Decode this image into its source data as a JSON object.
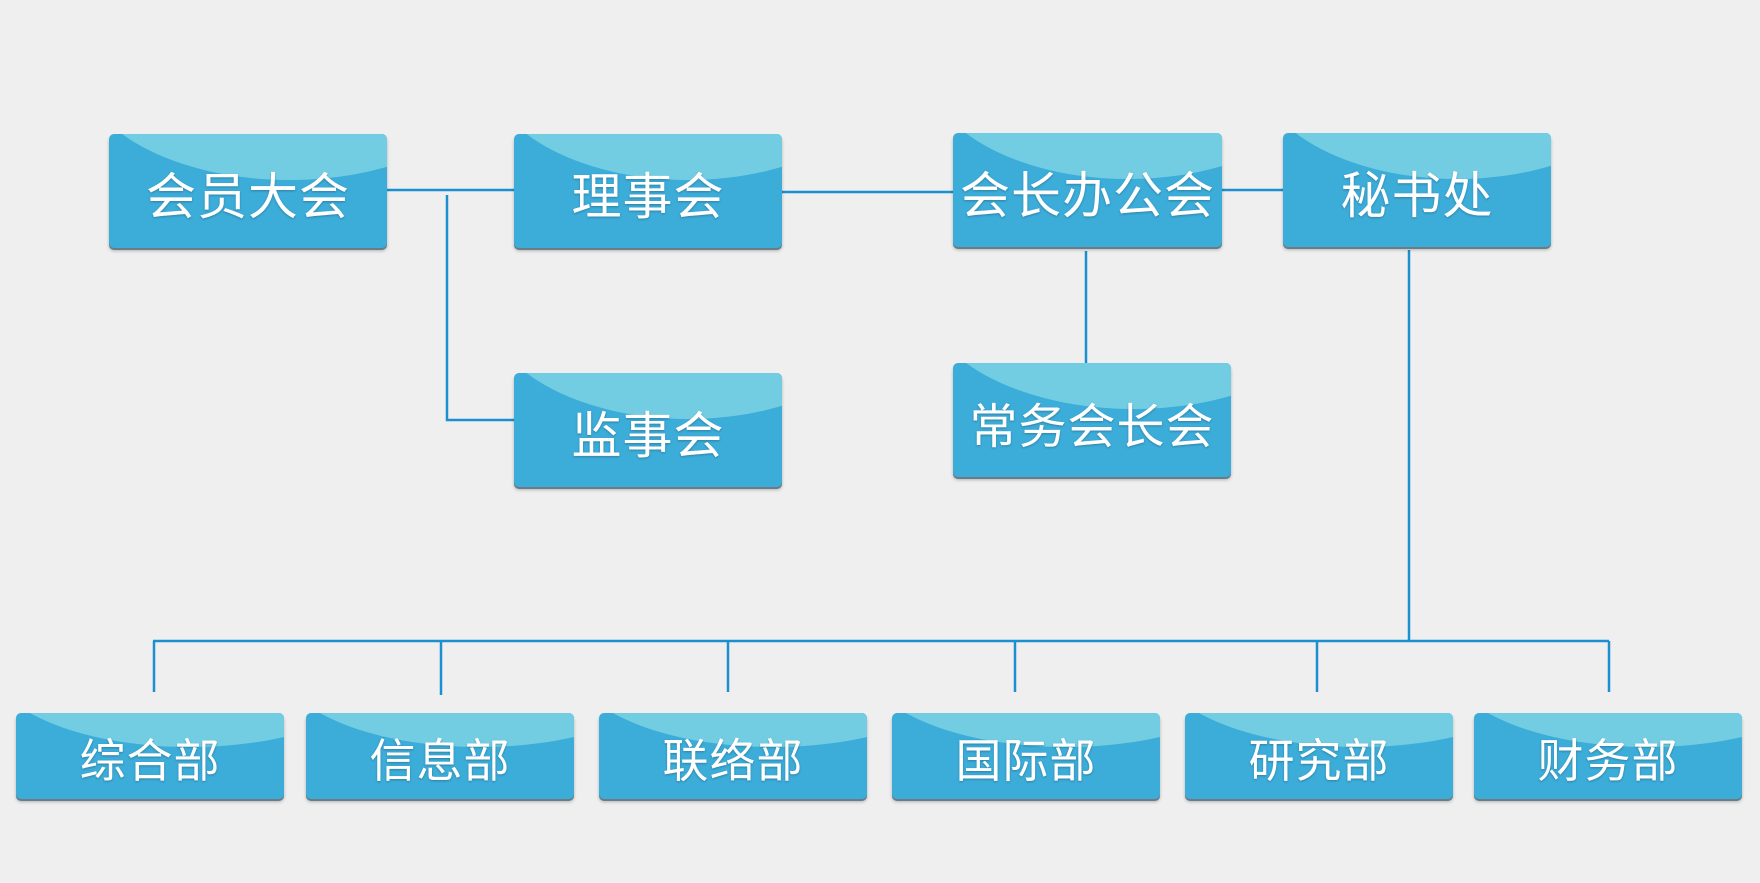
{
  "colors": {
    "background": "#efefef",
    "box_fill": "#3cacd9",
    "box_highlight": "#72cde3",
    "connector": "#1b8fcf",
    "text": "#ffffff"
  },
  "nodes": {
    "members": "会员大会",
    "council": "理事会",
    "supervisors": "监事会",
    "president_office": "会长办公会",
    "standing": "常务会长会",
    "secretariat": "秘书处"
  },
  "departments": [
    "综合部",
    "信息部",
    "联络部",
    "国际部",
    "研究部",
    "财务部"
  ]
}
